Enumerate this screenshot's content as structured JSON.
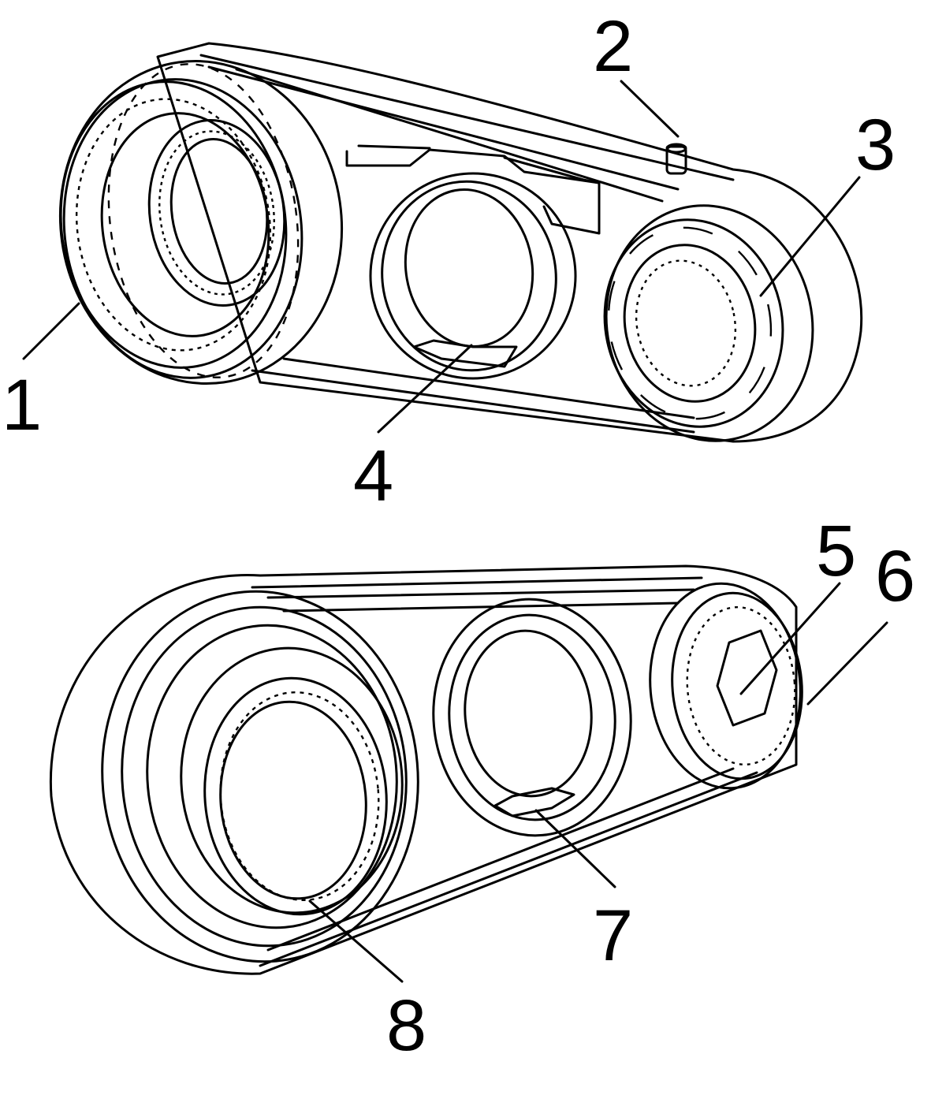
{
  "figure": {
    "callouts": [
      {
        "id": "1",
        "text": "1"
      },
      {
        "id": "2",
        "text": "2"
      },
      {
        "id": "3",
        "text": "3"
      },
      {
        "id": "4",
        "text": "4"
      },
      {
        "id": "5",
        "text": "5"
      },
      {
        "id": "6",
        "text": "6"
      },
      {
        "id": "7",
        "text": "7"
      },
      {
        "id": "8",
        "text": "8"
      }
    ],
    "colors": {
      "line": "#000000",
      "background": "#ffffff"
    }
  }
}
